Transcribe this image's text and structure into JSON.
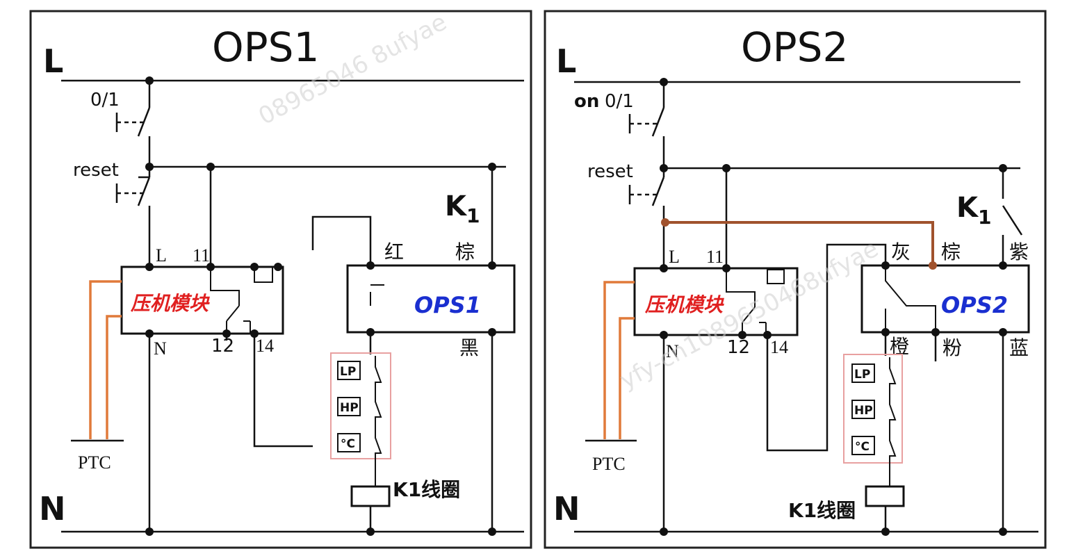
{
  "panels": [
    {
      "id": "ops1",
      "title": "OPS1",
      "line_label": "L",
      "neutral_label": "N",
      "power_switch": "0/1",
      "reset": "reset",
      "relay": "K",
      "relay_sub": "1",
      "module_name": "压机模块",
      "module_pin_l": "L",
      "module_pin_11": "11",
      "module_pin_n": "N",
      "module_pin_12": "12",
      "module_pin_14": "14",
      "ptc": "PTC",
      "ops_name": "OPS1",
      "wire_top_left": "红",
      "wire_top_right": "棕",
      "wire_bottom_right": "黑",
      "switches": [
        "LP",
        "HP",
        "°C"
      ],
      "coil": "K1线圈"
    },
    {
      "id": "ops2",
      "title": "OPS2",
      "line_label": "L",
      "neutral_label": "N",
      "power_on": "on",
      "power_switch": "0/1",
      "reset": "reset",
      "relay": "K",
      "relay_sub": "1",
      "module_name": "压机模块",
      "module_pin_l": "L",
      "module_pin_11": "11",
      "module_pin_n": "N",
      "module_pin_12": "12",
      "module_pin_14": "14",
      "ptc": "PTC",
      "ops_name": "OPS2",
      "wire_top_1": "灰",
      "wire_top_2": "棕",
      "wire_top_3": "紫",
      "wire_bottom_1": "橙",
      "wire_bottom_2": "粉",
      "wire_bottom_3": "蓝",
      "switches": [
        "LP",
        "HP",
        "°C"
      ],
      "coil": "K1线圈"
    }
  ],
  "watermarks": [
    "08965046 8ufyae",
    "yfy-cn1089650468ufyae"
  ],
  "colors": {
    "module_text": "#e02020",
    "ops_text": "#1a2fd0",
    "ptc_wires": "#e07a3a",
    "bridge_wire": "#a0522d",
    "switch_group_frame": "#e8a0a0"
  }
}
